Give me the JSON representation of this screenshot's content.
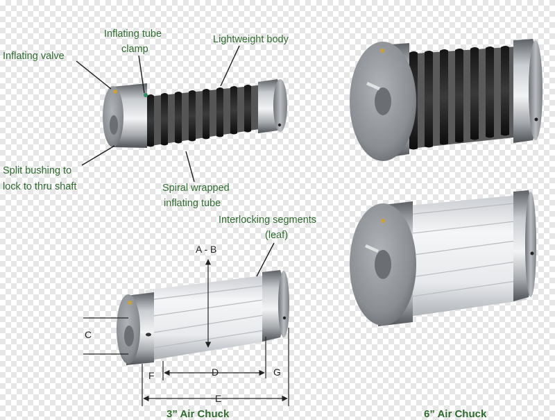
{
  "labels": {
    "inflating_valve": "Inflating valve",
    "inflating_tube_clamp_1": "Inflating tube",
    "inflating_tube_clamp_2": "clamp",
    "lightweight_body": "Lightweight body",
    "split_bushing_1": "Split bushing to",
    "split_bushing_2": "lock to thru shaft",
    "spiral_tube_1": "Spiral wrapped",
    "spiral_tube_2": "inflating tube",
    "interlocking_1": "Interlocking segments",
    "interlocking_2": "(leaf)"
  },
  "dimensions": {
    "ab": "A - B",
    "c": "C",
    "d": "D",
    "e": "E",
    "f": "F",
    "g": "G"
  },
  "captions": {
    "chuck_3": "3” Air Chuck",
    "chuck_6": "6” Air Chuck"
  },
  "colors": {
    "label_green": "#2f6b2f",
    "metal": "#9a9da1",
    "leaf": "#eef0f2"
  }
}
